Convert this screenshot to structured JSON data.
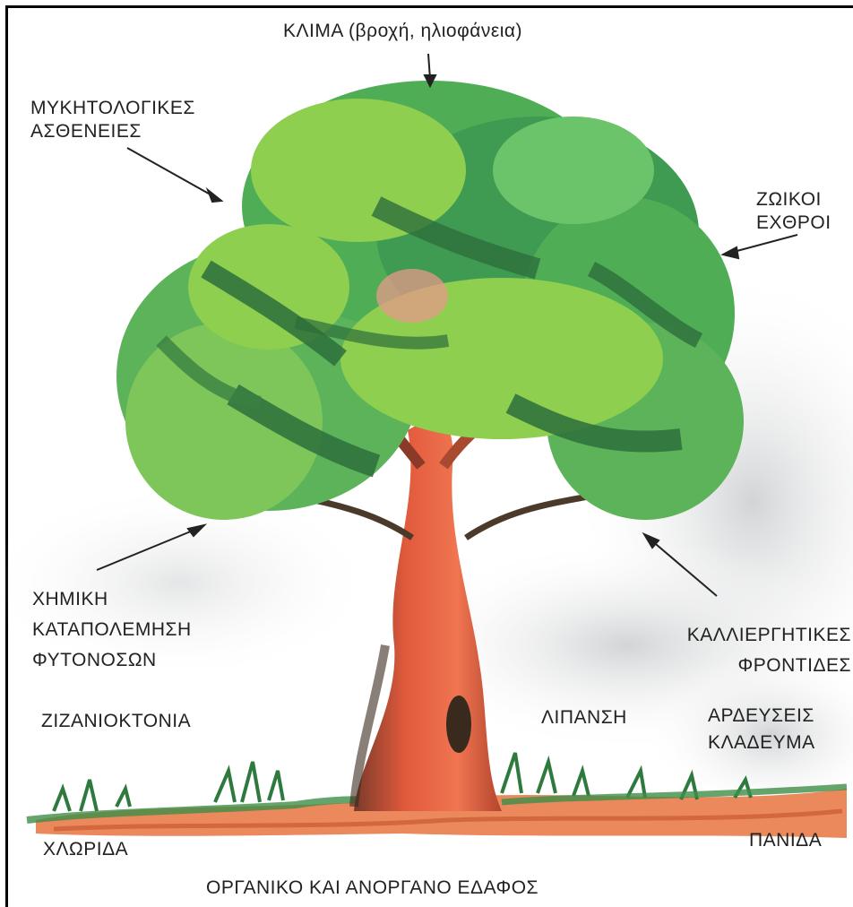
{
  "colors": {
    "foliage_light": "#8fcf4f",
    "foliage_mid": "#4fae55",
    "foliage_dark": "#2d6e3c",
    "trunk": "#e05a3a",
    "soil": "#e8733f",
    "sky": "#c9ccd0",
    "text": "#222222",
    "arrow": "#222222"
  },
  "labels": {
    "climate": "ΚΛΙΜΑ (βροχή, ηλιοφάνεια)",
    "fungal": [
      "ΜΥΚΗΤΟΛΟΓΙΚΕΣ",
      "ΑΣΘΕΝΕΙΕΣ"
    ],
    "animal": [
      "ΖΩΙΚΟΙ",
      "ΕΧΘΡΟΙ"
    ],
    "chemical": [
      "ΧΗΜΙΚΗ",
      "ΚΑΤΑΠΟΛΕΜΗΣΗ",
      "ΦΥΤΟΝΟΣΩΝ"
    ],
    "cultivation": [
      "ΚΑΛΛΙΕΡΓΗΤΙΚΕΣ",
      "ΦΡΟΝΤΙΔΕΣ"
    ],
    "weed": "ΖΙΖΑΝΙΟΚΤΟΝΙΑ",
    "fertilize": "ΛΙΠΑΝΣΗ",
    "irrigation": [
      "ΑΡΔΕΥΣΕΙΣ",
      "ΚΛΑΔΕΥΜΑ"
    ],
    "flora": "ΧΛΩΡΙΔΑ",
    "fauna": "ΠΑΝΙΔΑ",
    "soil": "ΟΡΓΑΝΙΚΟ ΚΑΙ ΑΝΟΡΓΑΝΟ ΕΔΑΦΟΣ"
  }
}
